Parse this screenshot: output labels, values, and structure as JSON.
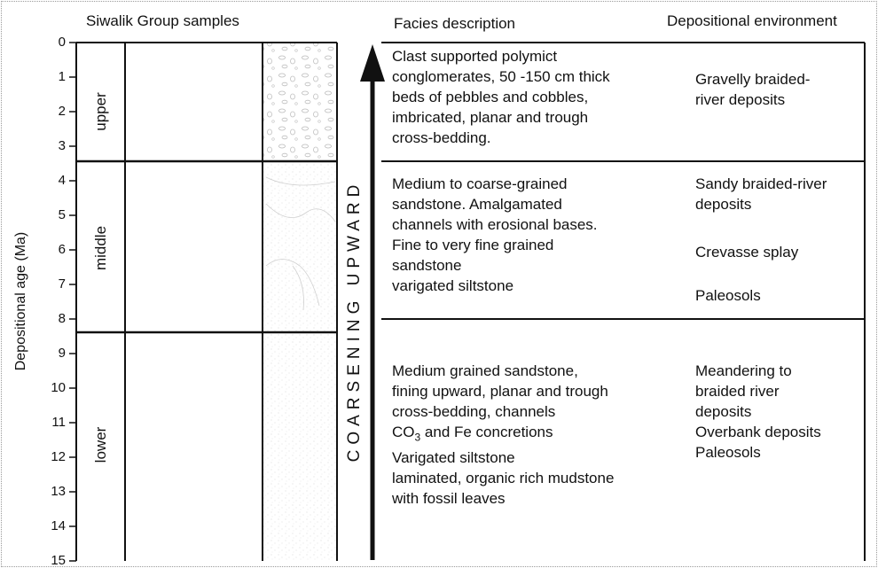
{
  "headers": {
    "samples": "Siwalik Group samples",
    "facies": "Facies description",
    "environment": "Depositional environment"
  },
  "axis": {
    "title": "Depositional age (Ma)",
    "ticks": [
      "0",
      "1",
      "2",
      "3",
      "4",
      "5",
      "6",
      "7",
      "8",
      "9",
      "10",
      "11",
      "12",
      "13",
      "14",
      "15"
    ]
  },
  "units": {
    "upper": "upper",
    "middle": "middle",
    "lower": "lower"
  },
  "trend_label": "COARSENING UPWARD",
  "upper": {
    "facies": [
      "Clast supported polymict",
      "conglomerates, 50 -150 cm thick",
      "beds of pebbles and cobbles,",
      "imbricated, planar and trough",
      "cross-bedding."
    ],
    "environment": [
      "Gravelly braided-",
      "river deposits"
    ]
  },
  "middle": {
    "facies": [
      "Medium to coarse-grained",
      "sandstone. Amalgamated",
      "channels with erosional bases.",
      "Fine to very fine grained",
      "sandstone",
      "varigated siltstone"
    ],
    "env1": [
      "Sandy braided-river",
      "deposits"
    ],
    "env2": "Crevasse splay",
    "env3": "Paleosols"
  },
  "lower": {
    "facies": [
      "Medium grained sandstone,",
      "fining upward, planar and trough",
      "cross-bedding, channels"
    ],
    "co3_prefix": "CO",
    "co3_sub": "3",
    "co3_suffix": " and Fe concretions",
    "facies_tail": [
      "Varigated siltstone",
      "laminated, organic rich mudstone",
      "with fossil leaves"
    ],
    "env1": [
      "Meandering to",
      "braided river",
      "deposits"
    ],
    "env2": "Overbank deposits",
    "env3": "Paleosols"
  }
}
